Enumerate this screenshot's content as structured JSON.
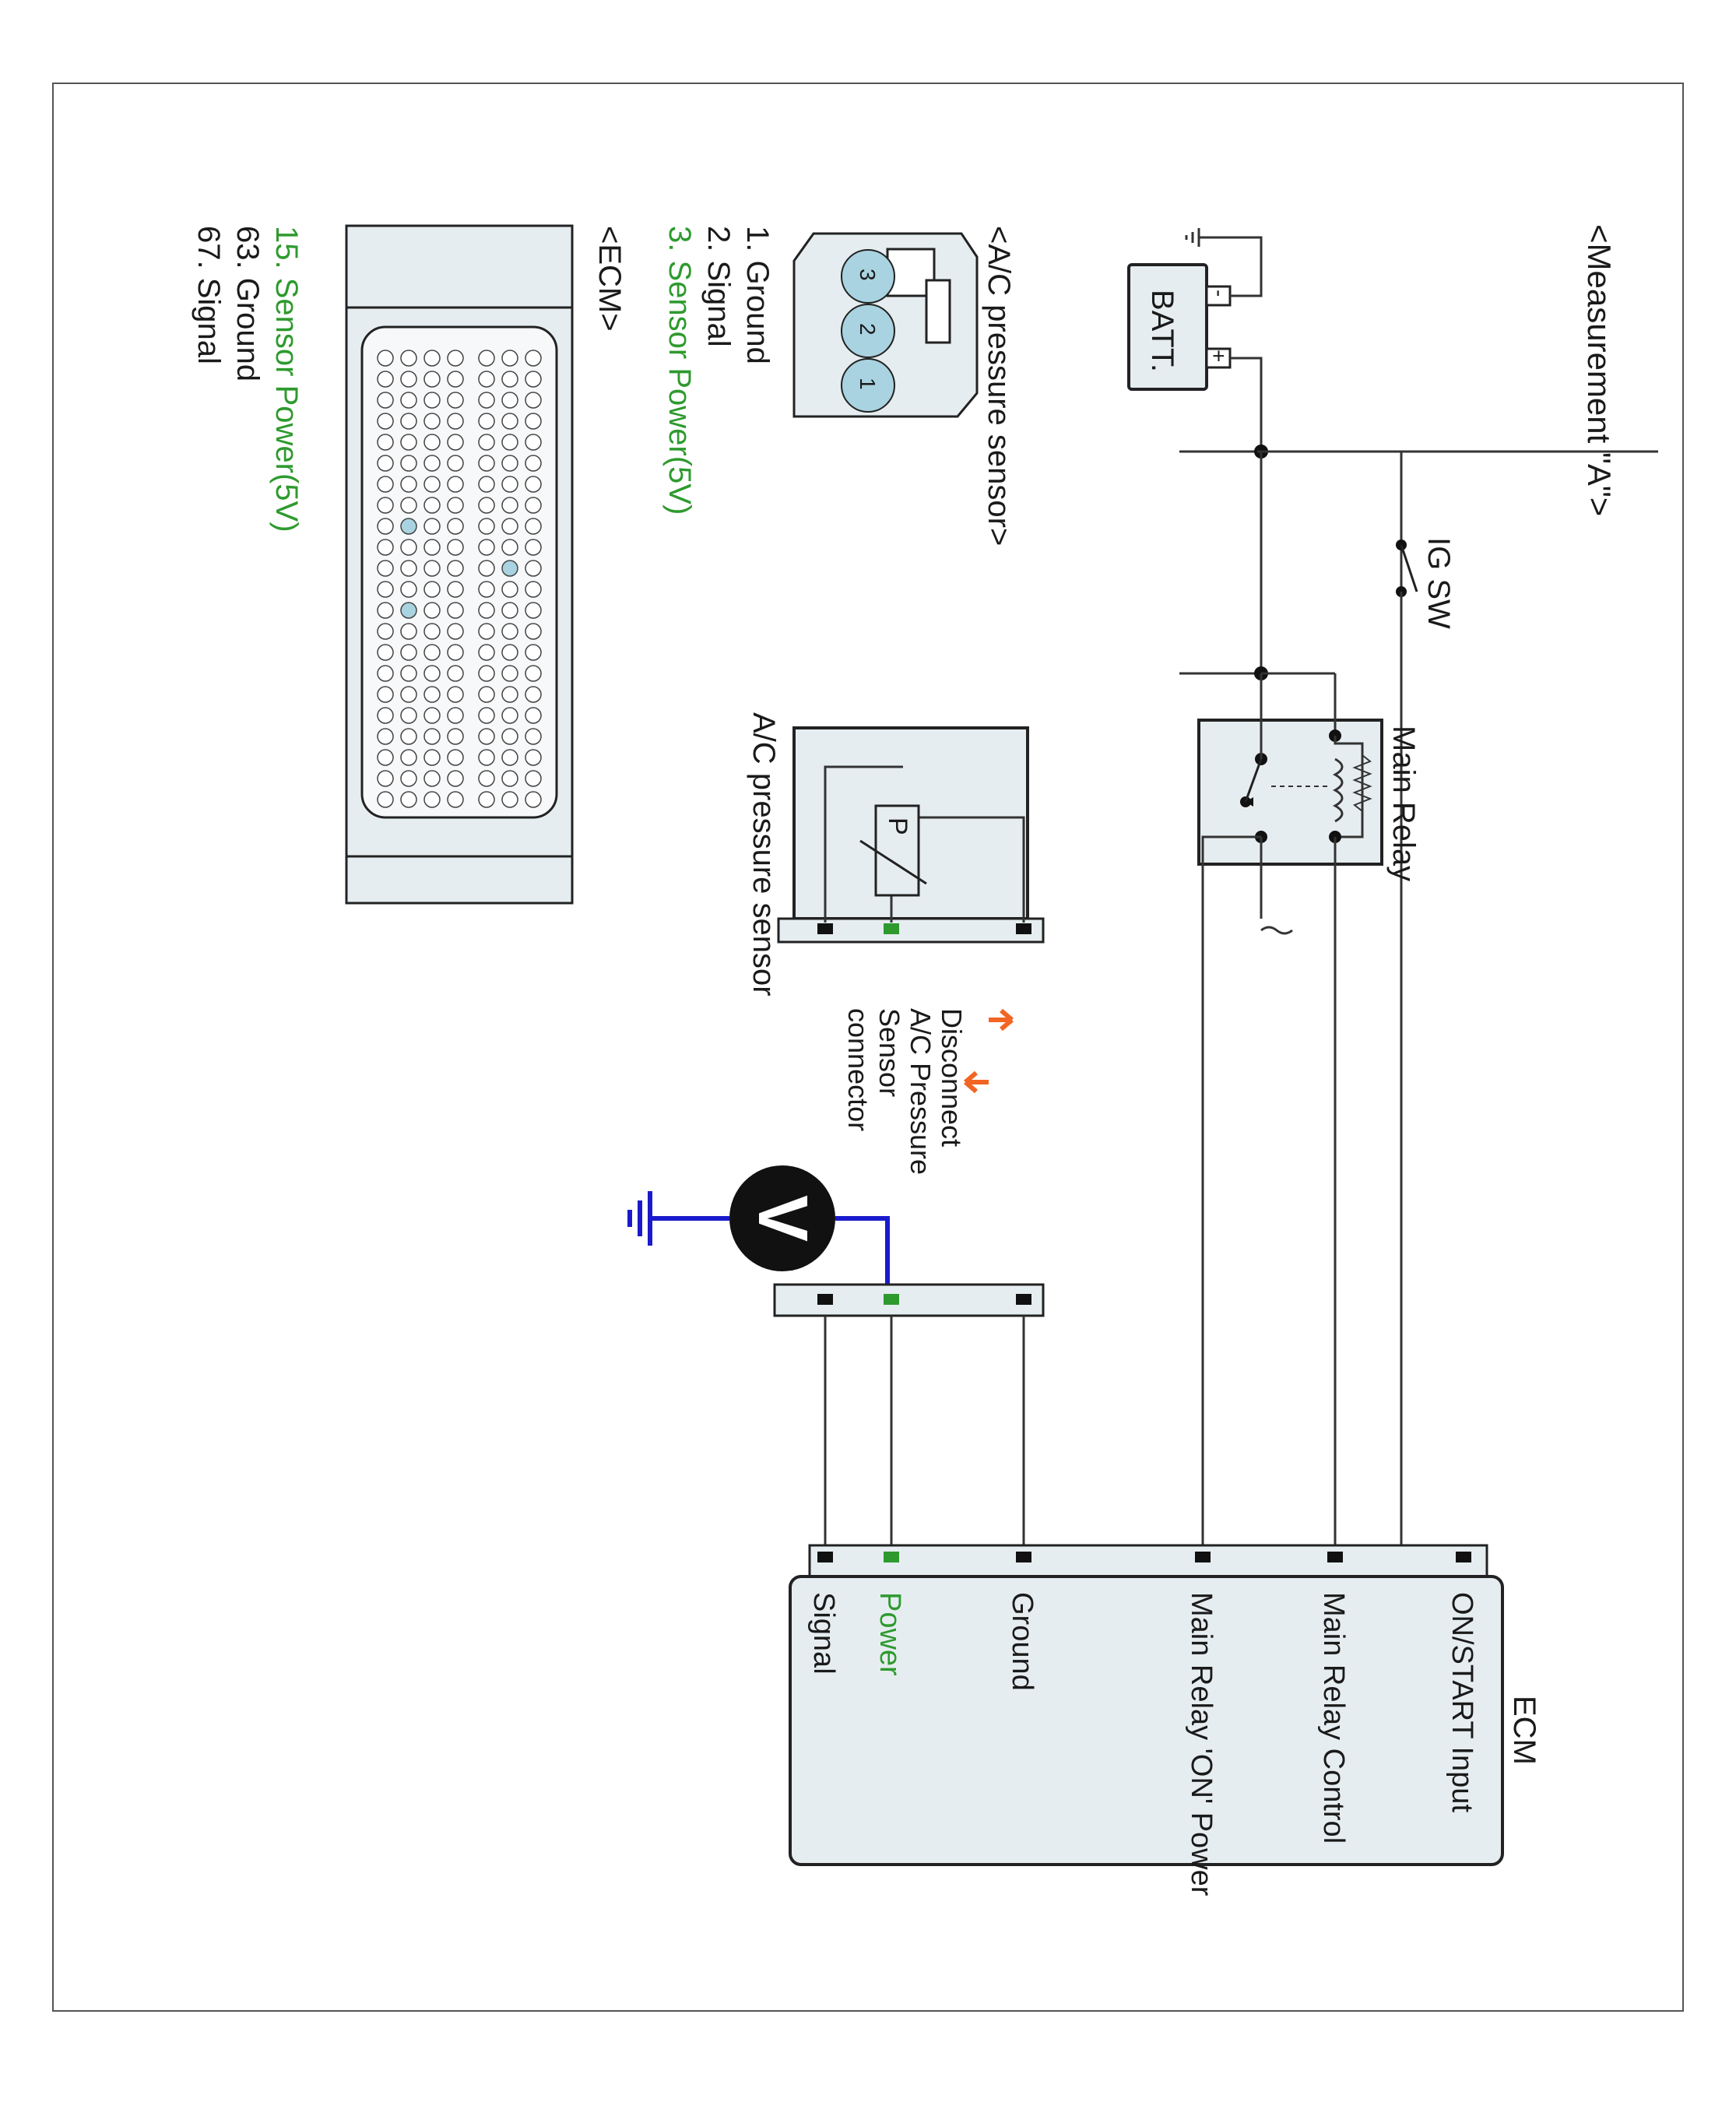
{
  "title": "<Measurement \"A\">",
  "battery": {
    "label": "BATT.",
    "plus": "+",
    "minus": "-"
  },
  "ig_switch": {
    "label": "IG SW"
  },
  "main_relay": {
    "label": "Main Relay"
  },
  "ac_sensor_box": {
    "label": "A/C pressure sensor",
    "symbol": "P"
  },
  "disconnect_note": {
    "lines": [
      "Disconnect",
      "A/C Pressure",
      "Sensor",
      "connector"
    ]
  },
  "voltmeter": {
    "symbol": "V"
  },
  "ecm_box": {
    "title": "ECM",
    "pins": [
      {
        "label": "ON/START Input",
        "color": "#1a1a1a"
      },
      {
        "label": "Main Relay Control",
        "color": "#1a1a1a"
      },
      {
        "label": "Main Relay 'ON' Power",
        "color": "#1a1a1a"
      },
      {
        "label": "Ground",
        "color": "#1a1a1a"
      },
      {
        "label": "Power",
        "color": "#2e9a2e"
      },
      {
        "label": "Signal",
        "color": "#1a1a1a"
      }
    ]
  },
  "ac_connector": {
    "title": "<A/C pressure sensor>",
    "pins": [
      "3",
      "2",
      "1"
    ],
    "legend": [
      {
        "text": "1. Ground",
        "highlight": false
      },
      {
        "text": "2. Signal",
        "highlight": false
      },
      {
        "text": "3. Sensor Power(5V)",
        "highlight": true
      }
    ]
  },
  "ecm_connector": {
    "title": "<ECM>",
    "legend": [
      {
        "text": "15. Sensor Power(5V)",
        "highlight": true
      },
      {
        "text": "63. Ground",
        "highlight": false
      },
      {
        "text": "67. Signal",
        "highlight": false
      }
    ]
  },
  "colors": {
    "highlight_green": "#2e9a2e",
    "probe_blue": "#1a1acc",
    "arrow_orange": "#f26522",
    "pin_blue": "#a9d3e0"
  }
}
